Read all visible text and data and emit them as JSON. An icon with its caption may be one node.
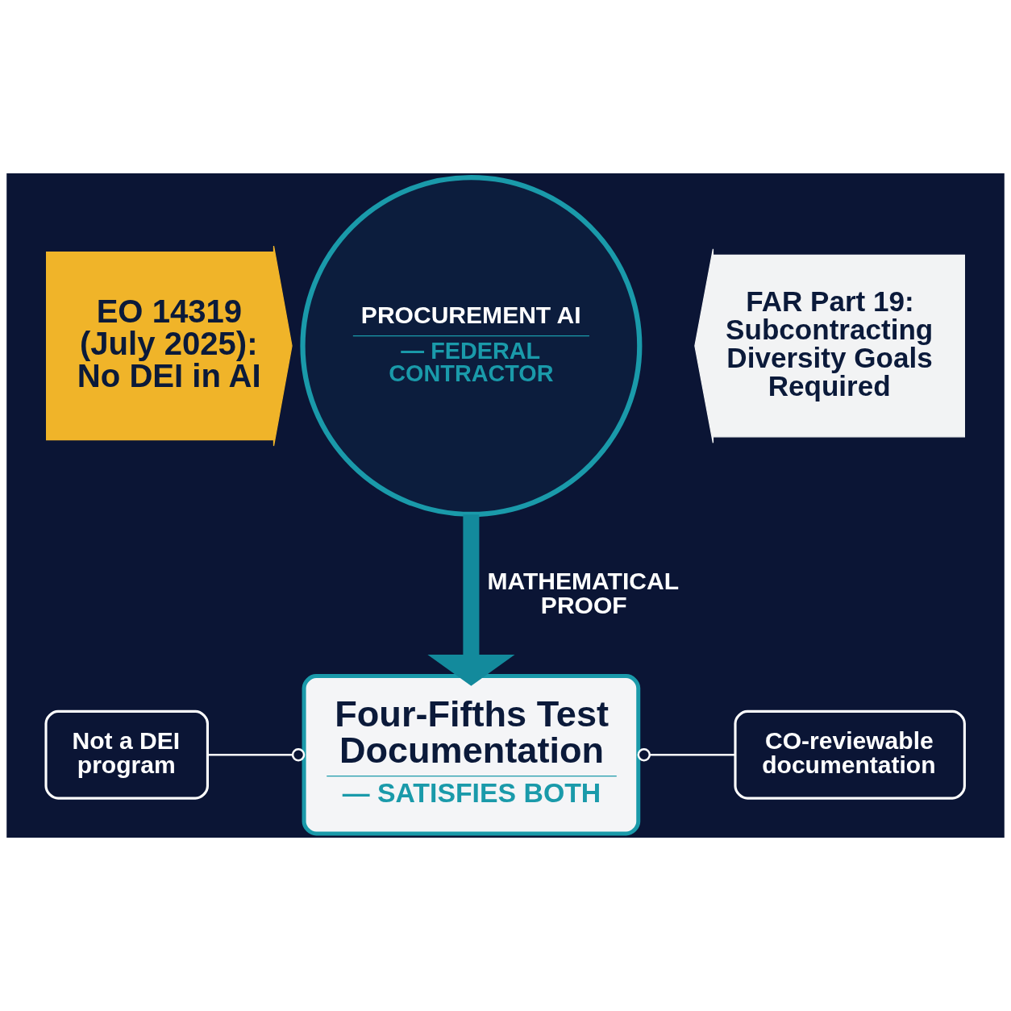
{
  "diagram": {
    "nodes": [
      {
        "text": [
          "EO 14319 (July 2025): No DEI in AI"
        ]
      },
      {
        "text": [
          "PROCUREMENT AI",
          "— FEDERAL CONTRACTOR"
        ]
      },
      {
        "text": [
          "FAR Part 19: Subcontracting Diversity Goals Required"
        ]
      },
      {
        "text": [
          "Four-Fifths Test Documentation",
          "— SATISFIES BOTH"
        ]
      },
      {
        "text": [
          "Not a DEI program"
        ]
      },
      {
        "text": [
          "CO-reviewable documentation"
        ]
      }
    ],
    "edges": [
      {
        "from": 1,
        "to": 3,
        "arrow": "to",
        "label": "MATHEMATICAL PROOF",
        "style": "thick",
        "color": "#138a9c"
      },
      {
        "from": 4,
        "to": 3,
        "arrow": "other"
      },
      {
        "from": 5,
        "to": 3,
        "arrow": "other"
      }
    ]
  }
}
